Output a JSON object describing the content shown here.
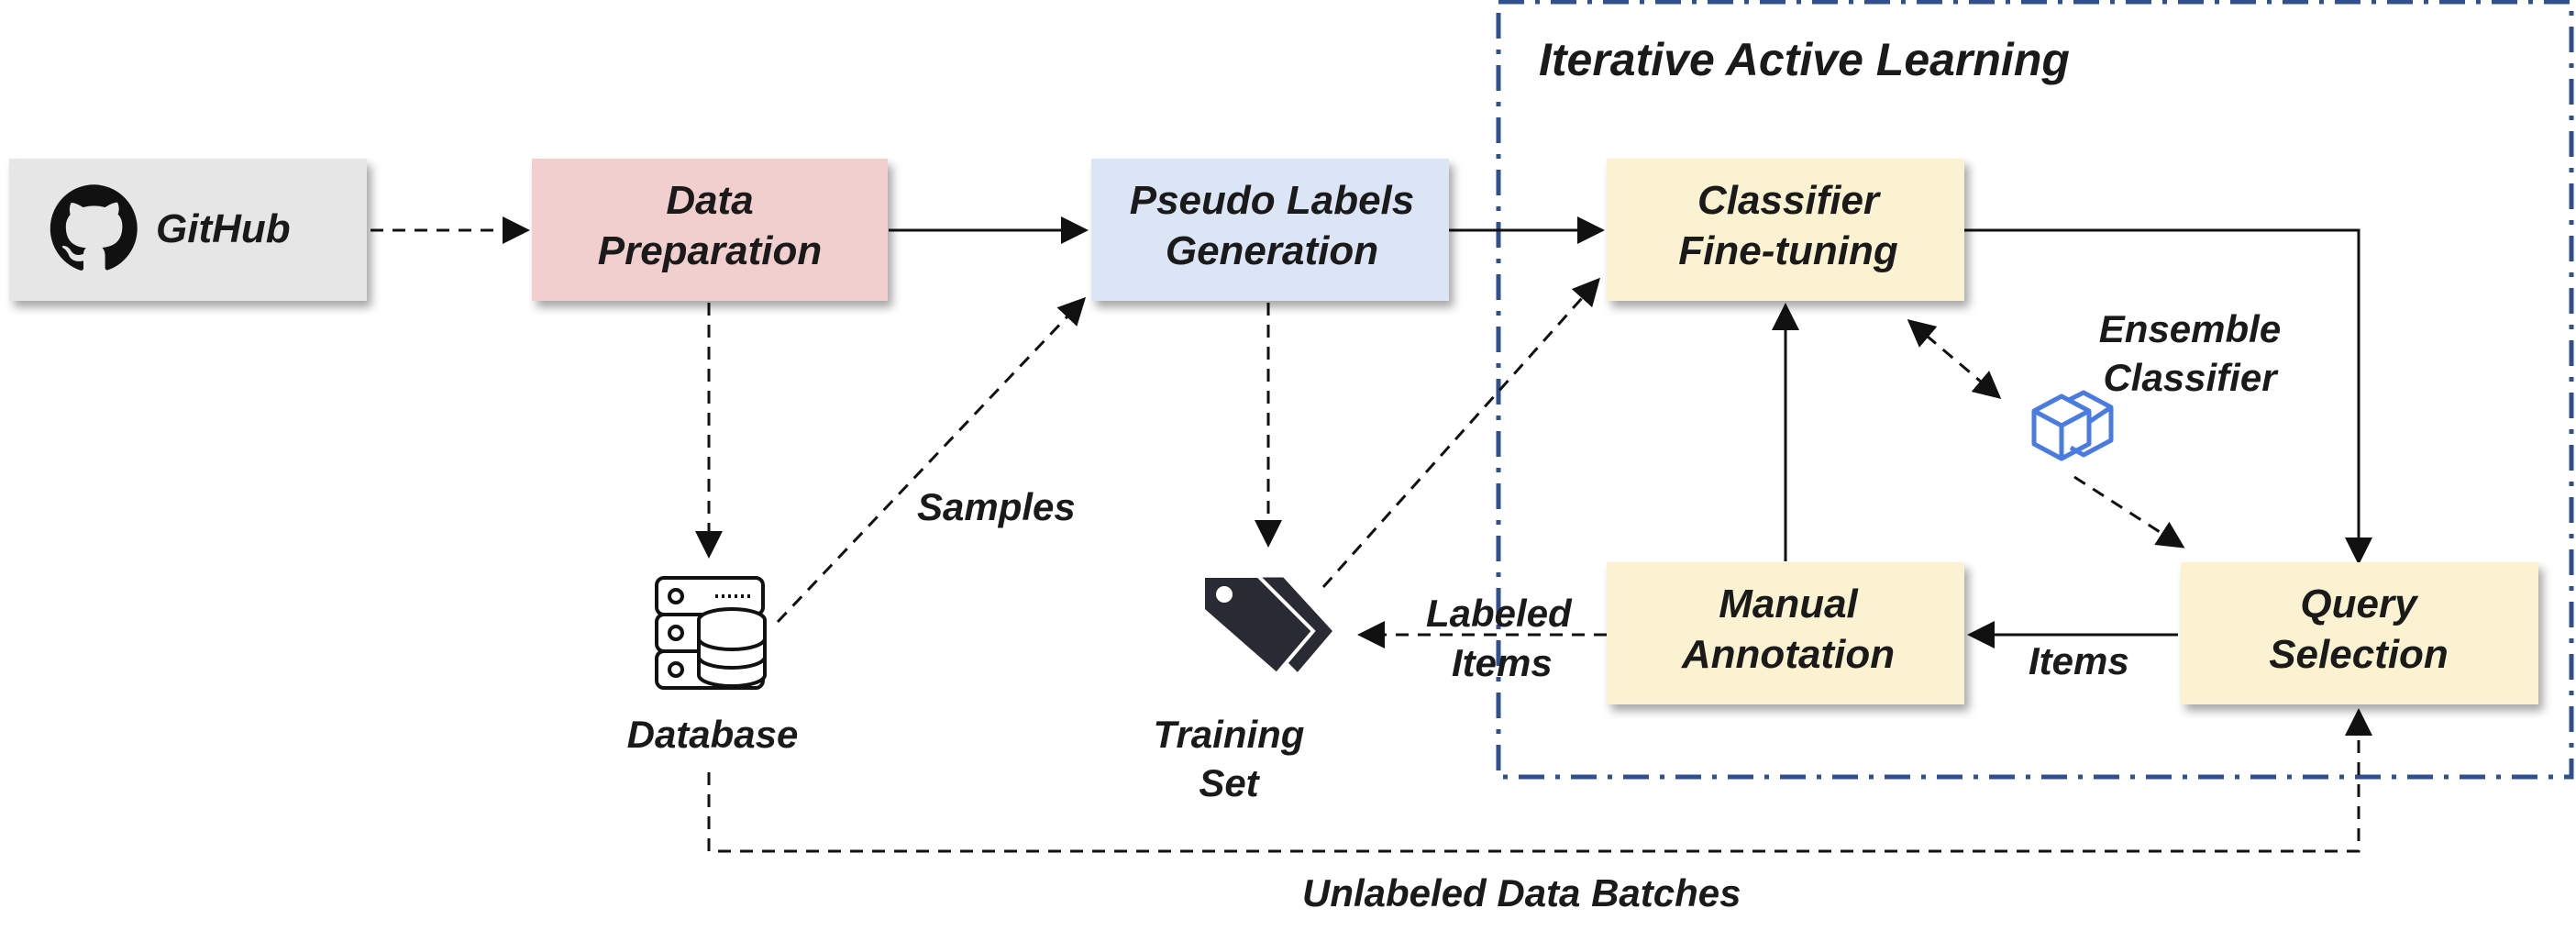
{
  "title": "Iterative Active Learning",
  "colors": {
    "github_box": "#e6e6e6",
    "data_prep_box": "#f2cfcf",
    "pseudo_box": "#dbe5f5",
    "al_box": "#fbf2d2",
    "region_border": "#2f4f8f",
    "ensemble_icon": "#4a7be0",
    "ink": "#111111"
  },
  "nodes": {
    "github": {
      "label": "GitHub",
      "icon": "github-icon"
    },
    "data_preparation": {
      "line1": "Data",
      "line2": "Preparation"
    },
    "pseudo_labels": {
      "line1": "Pseudo Labels",
      "line2": "Generation"
    },
    "classifier": {
      "line1": "Classifier",
      "line2": "Fine-tuning"
    },
    "manual": {
      "line1": "Manual",
      "line2": "Annotation"
    },
    "query": {
      "line1": "Query",
      "line2": "Selection"
    },
    "database": {
      "label": "Database",
      "icon": "database-icon"
    },
    "training_set": {
      "line1": "Training",
      "line2": "Set",
      "icon": "tags-icon"
    },
    "ensemble": {
      "line1": "Ensemble",
      "line2": "Classifier",
      "icon": "cubes-icon"
    }
  },
  "edges": {
    "samples": "Samples",
    "labeled_line1": "Labeled",
    "labeled_line2": "Items",
    "items": "Items",
    "unlabeled": "Unlabeled Data Batches"
  }
}
